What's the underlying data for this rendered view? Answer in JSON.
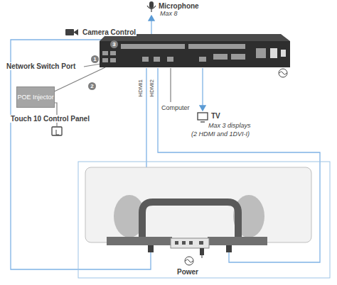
{
  "diagram": {
    "nodes": [
      {
        "text": [
          "POE Injector"
        ]
      }
    ],
    "labels": [
      "Microphone",
      "Max 8",
      "Camera Control",
      "Network Switch Port",
      "Touch 10 Control Panel",
      "HDMI1",
      "HDMI2",
      "Computer",
      "TV",
      "Max 3 displays",
      "(2 HDMI and 1DVI-I)",
      "Power",
      "1",
      "2",
      "3"
    ]
  }
}
